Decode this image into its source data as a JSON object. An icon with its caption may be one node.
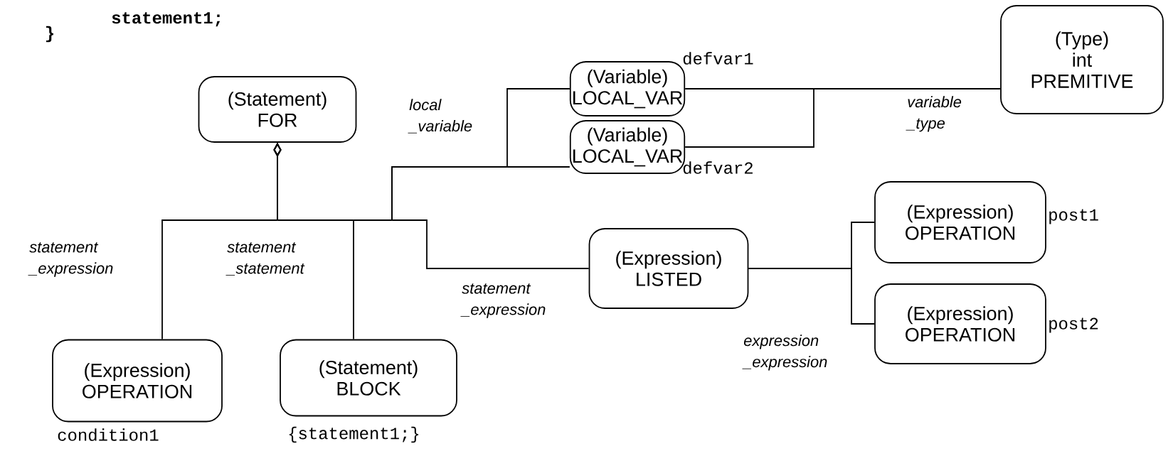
{
  "diagram": {
    "nodes": [
      {
        "text": [
          "(Statement)",
          "FOR"
        ]
      },
      {
        "text": [
          "(Variable)",
          "LOCAL_VAR"
        ],
        "beside": [
          "defvar1"
        ]
      },
      {
        "text": [
          "(Variable)",
          "LOCAL_VAR"
        ],
        "beside": [
          "defvar2"
        ]
      },
      {
        "text": [
          "(Type)",
          "int",
          "PREMITIVE"
        ]
      },
      {
        "text": [
          "(Expression)",
          "LISTED"
        ]
      },
      {
        "text": [
          "(Expression)",
          "OPERATION"
        ],
        "beside": [
          "post1"
        ]
      },
      {
        "text": [
          "(Expression)",
          "OPERATION"
        ],
        "beside": [
          "post2"
        ]
      },
      {
        "text": [
          "(Expression)",
          "OPERATION"
        ],
        "beside": [
          "condition1"
        ]
      },
      {
        "text": [
          "(Statement)",
          "BLOCK"
        ],
        "beside": [
          "{statement1;}"
        ]
      }
    ],
    "edges": [
      {
        "from": 0,
        "to": 7,
        "arrow": "other",
        "label": "statement _expression"
      },
      {
        "from": 0,
        "to": 8,
        "arrow": "other",
        "label": "statement _statement"
      },
      {
        "from": 0,
        "to": 1,
        "arrow": "other",
        "label": "local _variable"
      },
      {
        "from": 0,
        "to": 2,
        "arrow": "other"
      },
      {
        "from": 0,
        "to": 4,
        "arrow": "other",
        "label": "statement _expression"
      },
      {
        "from": 1,
        "to": 3,
        "arrow": "none",
        "label": "variable _type"
      },
      {
        "from": 2,
        "to": 3,
        "arrow": "none"
      },
      {
        "from": 4,
        "to": 5,
        "arrow": "none",
        "label": "expression _expression"
      },
      {
        "from": 4,
        "to": 6,
        "arrow": "none"
      }
    ],
    "labels": [
      "statement1;",
      "}"
    ]
  }
}
